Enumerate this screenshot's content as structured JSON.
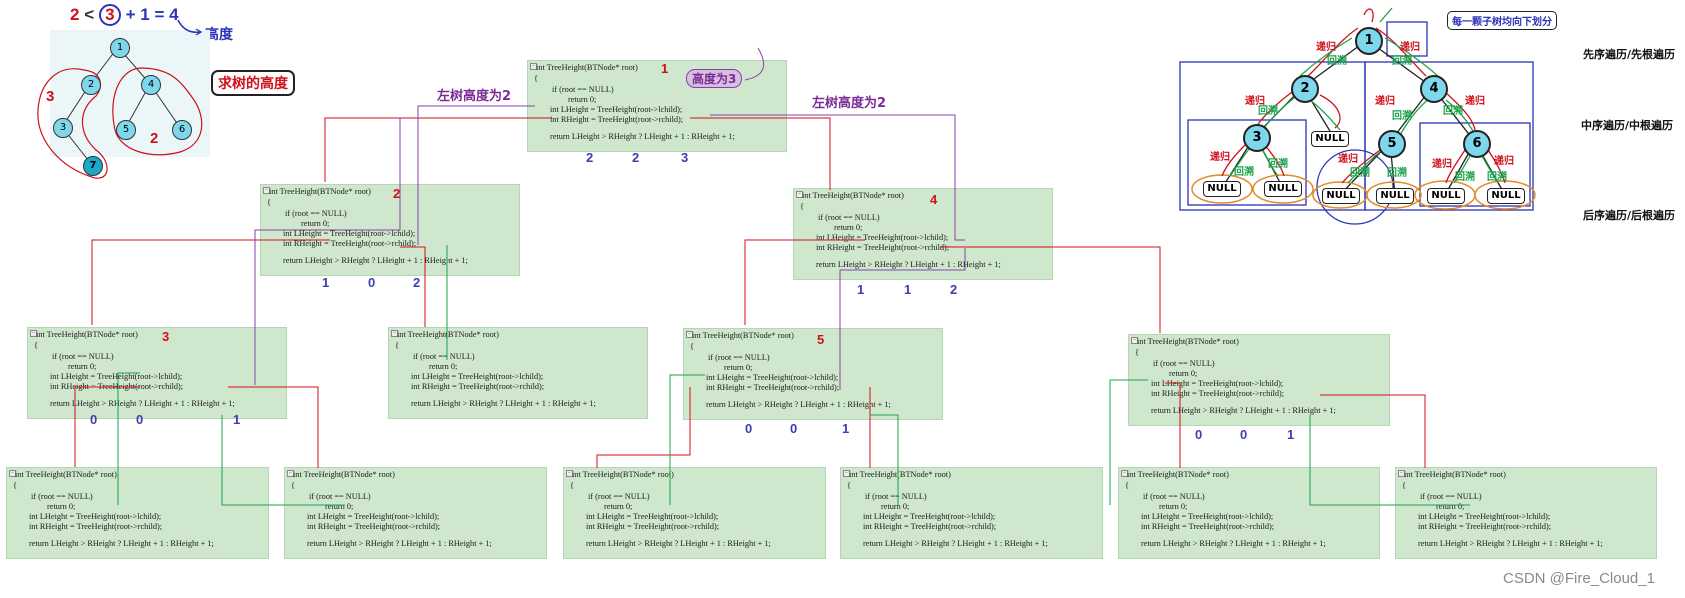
{
  "header": {
    "formula": {
      "a": "2",
      "lt": "<",
      "b": "3",
      "rest": "+ 1 = 4"
    },
    "height_label": "高度",
    "title_box": "求树的高度"
  },
  "small_tree": {
    "nodes": [
      "1",
      "2",
      "3",
      "4",
      "5",
      "6",
      "7"
    ],
    "left_count": "3",
    "right_count": "2"
  },
  "code": {
    "line1": "int TreeHeight(BTNode* root)",
    "line2": "{",
    "line3": "if (root == NULL)",
    "line4": "return 0;",
    "line5": "int LHeight = TreeHeight(root->lchild);",
    "line6": "int RHeight = TreeHeight(root->rchild);",
    "line7": "return LHeight > RHeight ? LHeight + 1 : RHeight + 1;"
  },
  "block_labels": {
    "b1": "1",
    "b2": "2",
    "b3": "3",
    "b4": "4",
    "b5": "5"
  },
  "annotations": {
    "height3": "高度为3",
    "left_h2_a": "左树高度为2",
    "left_h2_b": "左树高度为2",
    "b1_vals": [
      "2",
      "2",
      "3"
    ],
    "b2_vals": [
      "1",
      "0",
      "2"
    ],
    "b3_vals": [
      "0",
      "0",
      "1"
    ],
    "b4_vals": [
      "1",
      "1",
      "2"
    ],
    "b5_vals": [
      "0",
      "0",
      "1"
    ],
    "b6_vals": [
      "0",
      "0",
      "1"
    ]
  },
  "big_tree": {
    "note": "每一颗子树均向下划分",
    "nodes": [
      "1",
      "2",
      "4",
      "3",
      "5",
      "6"
    ],
    "null_label": "NULL",
    "recurse": "递归",
    "backtrack": "回溯"
  },
  "traversals": {
    "pre": "先序遍历/先根遍历",
    "in": "中序遍历/中根遍历",
    "post": "后序遍历/后根遍历"
  },
  "watermark": "CSDN @Fire_Cloud_1",
  "colors": {
    "block_bg": "#cfe8cd",
    "red": "#d0111b",
    "green": "#1aa34a",
    "purple": "#8a3fa8",
    "blue": "#2b33b8",
    "node_fill": "#7fd7ec"
  }
}
